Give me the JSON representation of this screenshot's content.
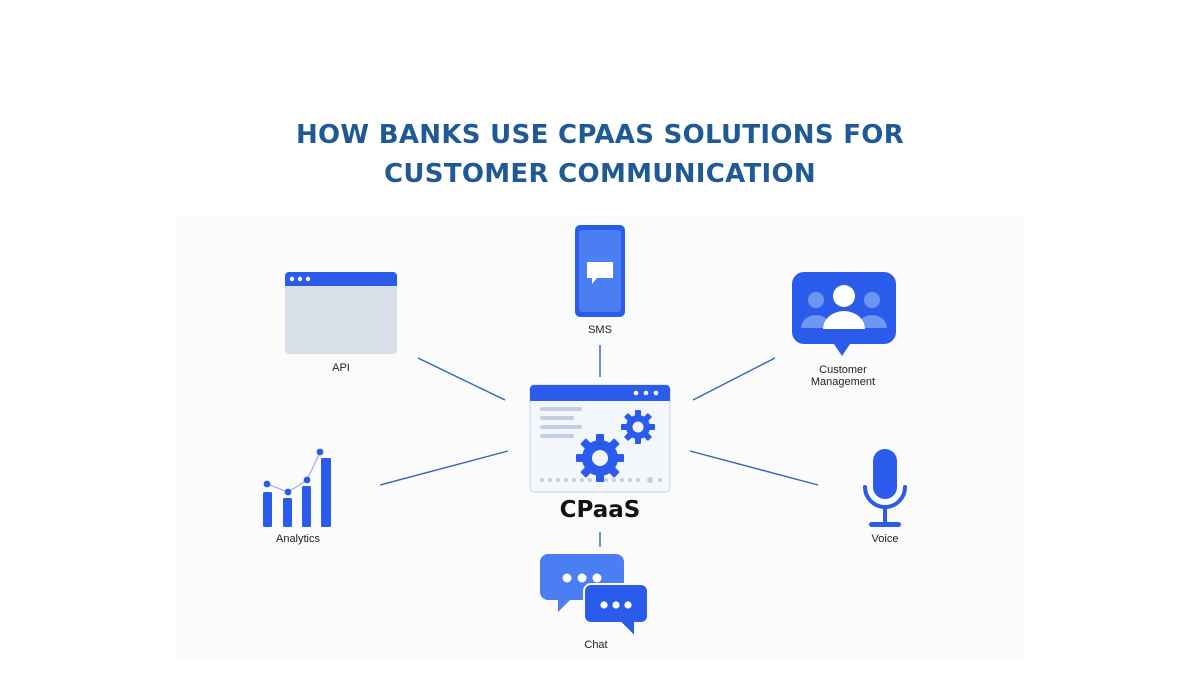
{
  "header": {
    "title_line1": "HOW BANKS USE CPAAS SOLUTIONS FOR",
    "title_line2": "CUSTOMER COMMUNICATION"
  },
  "hub": {
    "label": "CPaaS"
  },
  "nodes": {
    "api": {
      "label": "API"
    },
    "sms": {
      "label": "SMS"
    },
    "customer_management": {
      "label_line1": "Customer",
      "label_line2": "Management"
    },
    "analytics": {
      "label": "Analytics"
    },
    "voice": {
      "label": "Voice"
    },
    "chat": {
      "label": "Chat"
    }
  },
  "colors": {
    "title": "#1f5a96",
    "accent": "#2a5bea",
    "accent_light": "#4b7df3",
    "connector": "#2c67b8",
    "window_body": "#d9e0ea",
    "hub_body": "#f3f6fb"
  }
}
